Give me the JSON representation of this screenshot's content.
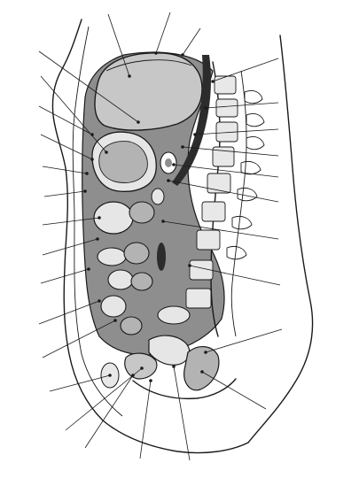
{
  "figure": {
    "colors": {
      "background": "#ffffff",
      "ink": "#1a1a1a",
      "liver": "#c7c7c7",
      "cavity": "#8e8e8e",
      "cavity_dark": "#5e5e5e",
      "organ_light": "#e6e6e6",
      "organ_mid": "#b3b3b3",
      "vessel": "#2c2c2c",
      "vertebra": "#e8e8e8",
      "disc": "#cfcfcf"
    },
    "icons": [
      "liver-shape",
      "stomach-shape",
      "kidney-shape",
      "vertebral-column",
      "bladder-shape",
      "rectum-shape"
    ]
  }
}
